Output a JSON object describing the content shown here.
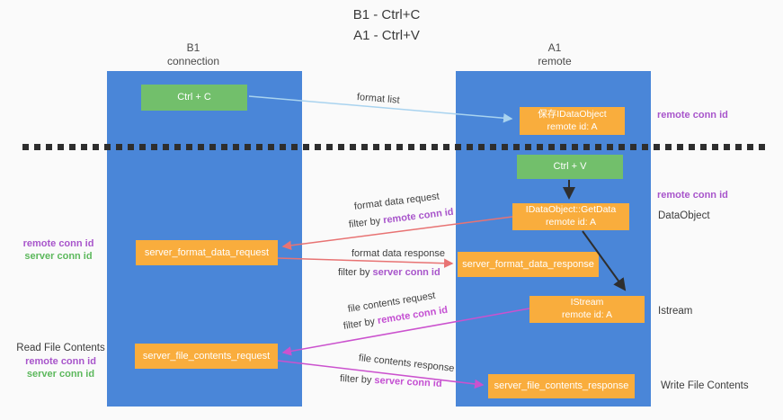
{
  "title": {
    "line1": "B1 - Ctrl+C",
    "line2": "A1 - Ctrl+V"
  },
  "lanes": {
    "left": {
      "header_line1": "B1",
      "header_line2": "connection"
    },
    "right": {
      "header_line1": "A1",
      "header_line2": "remote"
    }
  },
  "boxes": {
    "ctrl_c": "Ctrl + C",
    "ctrl_v": "Ctrl + V",
    "save_idataobject_line1": "保存IDataObject",
    "save_idataobject_line2": "remote id: A",
    "getdata_line1": "IDataObject::GetData",
    "getdata_line2": "remote id: A",
    "istream_line1": "IStream",
    "istream_line2": "remote id: A",
    "server_format_data_request": "server_format_data_request",
    "server_format_data_response": "server_format_data_response",
    "server_file_contents_request": "server_file_contents_request",
    "server_file_contents_response": "server_file_contents_response"
  },
  "arrow_labels": {
    "format_list": "format list",
    "format_data_request": "format data request",
    "format_data_response": "format data response",
    "file_contents_request": "file contents request",
    "file_contents_response": "file contents response",
    "filter_by": "filter by ",
    "remote_conn_id": "remote conn id",
    "server_conn_id": "server conn id"
  },
  "side_labels": {
    "remote_conn_id_top_right": "remote conn id",
    "remote_conn_id_mid_right": "remote conn id",
    "dataobject": "DataObject",
    "istream": "Istream",
    "write_file_contents": "Write File Contents",
    "read_file_contents": "Read File Contents",
    "remote_conn_id_left1": "remote conn id",
    "server_conn_id_left1": "server conn id",
    "remote_conn_id_left2": "remote conn id",
    "server_conn_id_left2": "server conn id"
  },
  "colors": {
    "lane_blue": "#4a86d8",
    "box_orange": "#f9ad3d",
    "box_green": "#72bf6b",
    "arrow_lightblue": "#a9d3ef",
    "arrow_black": "#2e2e2e",
    "arrow_salmon": "#e87373",
    "arrow_magenta": "#cb52ce",
    "text_purple": "#a855cb",
    "text_magenta": "#c44fd2",
    "text_green": "#5cb85c"
  }
}
